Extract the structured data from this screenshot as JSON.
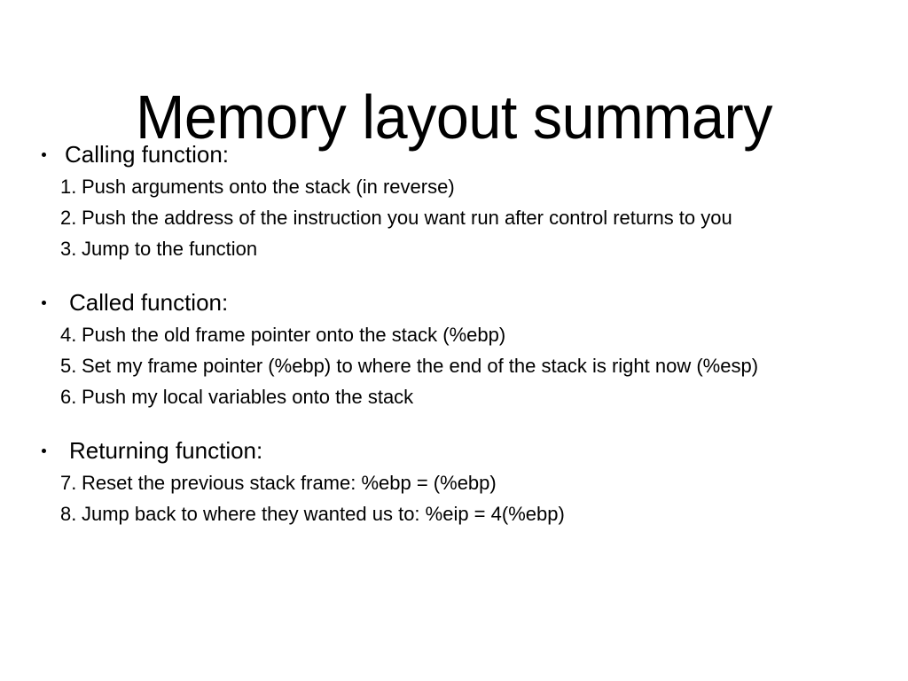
{
  "slide": {
    "title": "Memory layout summary",
    "background_color": "#ffffff",
    "text_color": "#000000",
    "sections": [
      {
        "heading": "Calling function:",
        "bullet_glyph": "•",
        "items": [
          {
            "number": "1.",
            "text": "Push arguments onto the stack (in reverse)"
          },
          {
            "number": "2.",
            "text": "Push the address of the instruction you want run after control returns to you"
          },
          {
            "number": "3.",
            "text": "Jump to the function"
          }
        ]
      },
      {
        "heading": "Called function:",
        "bullet_glyph": "•",
        "items": [
          {
            "number": "4.",
            "text": "Push the old frame pointer onto the stack (%ebp)"
          },
          {
            "number": "5.",
            "text": "Set my frame pointer (%ebp) to where the end of the stack is right now (%esp)"
          },
          {
            "number": "6.",
            "text": "Push my local variables onto the stack"
          }
        ]
      },
      {
        "heading": "Returning function:",
        "bullet_glyph": "•",
        "items": [
          {
            "number": "7.",
            "text": "Reset the previous stack frame: %ebp = (%ebp)"
          },
          {
            "number": "8.",
            "text": "Jump back to where they wanted us to: %eip = 4(%ebp)"
          }
        ]
      }
    ]
  }
}
